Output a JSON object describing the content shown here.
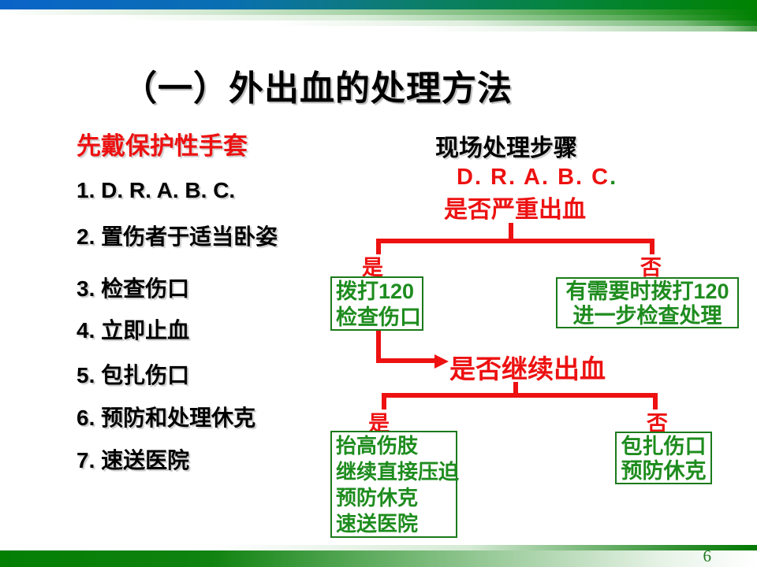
{
  "title": "（一）外出血的处理方法",
  "left_panel": {
    "heading": "先戴保护性手套",
    "items": [
      "1. D. R. A. B. C.",
      "2. 置伤者于适当卧姿",
      "3. 检查伤口",
      "4. 立即止血",
      "5. 包扎伤口",
      "6. 预防和处理休克",
      "7. 速送医院"
    ]
  },
  "flowchart": {
    "heading": "现场处理步骤",
    "drabc": "D. R. A. B. C",
    "drabc_dot": ".",
    "question1": "是否严重出血",
    "yes_label": "是",
    "no_label": "否",
    "box_call120": [
      "拨打120",
      "检查伤口"
    ],
    "box_if_needed": [
      "有需要时拨打120",
      "进一步检查处理"
    ],
    "question2": "是否继续出血",
    "box_continue": [
      "抬高伤肢",
      "继续直接压迫",
      "预防休克",
      "速送医院"
    ],
    "box_stop": [
      "包扎伤口",
      "预防休克"
    ]
  },
  "footer": {
    "page_number": "6"
  },
  "colors": {
    "accent_red": "#ED1111",
    "accent_green": "#1E8C1E",
    "bar_blue": "#0A64C8",
    "bar_green": "#008000"
  }
}
